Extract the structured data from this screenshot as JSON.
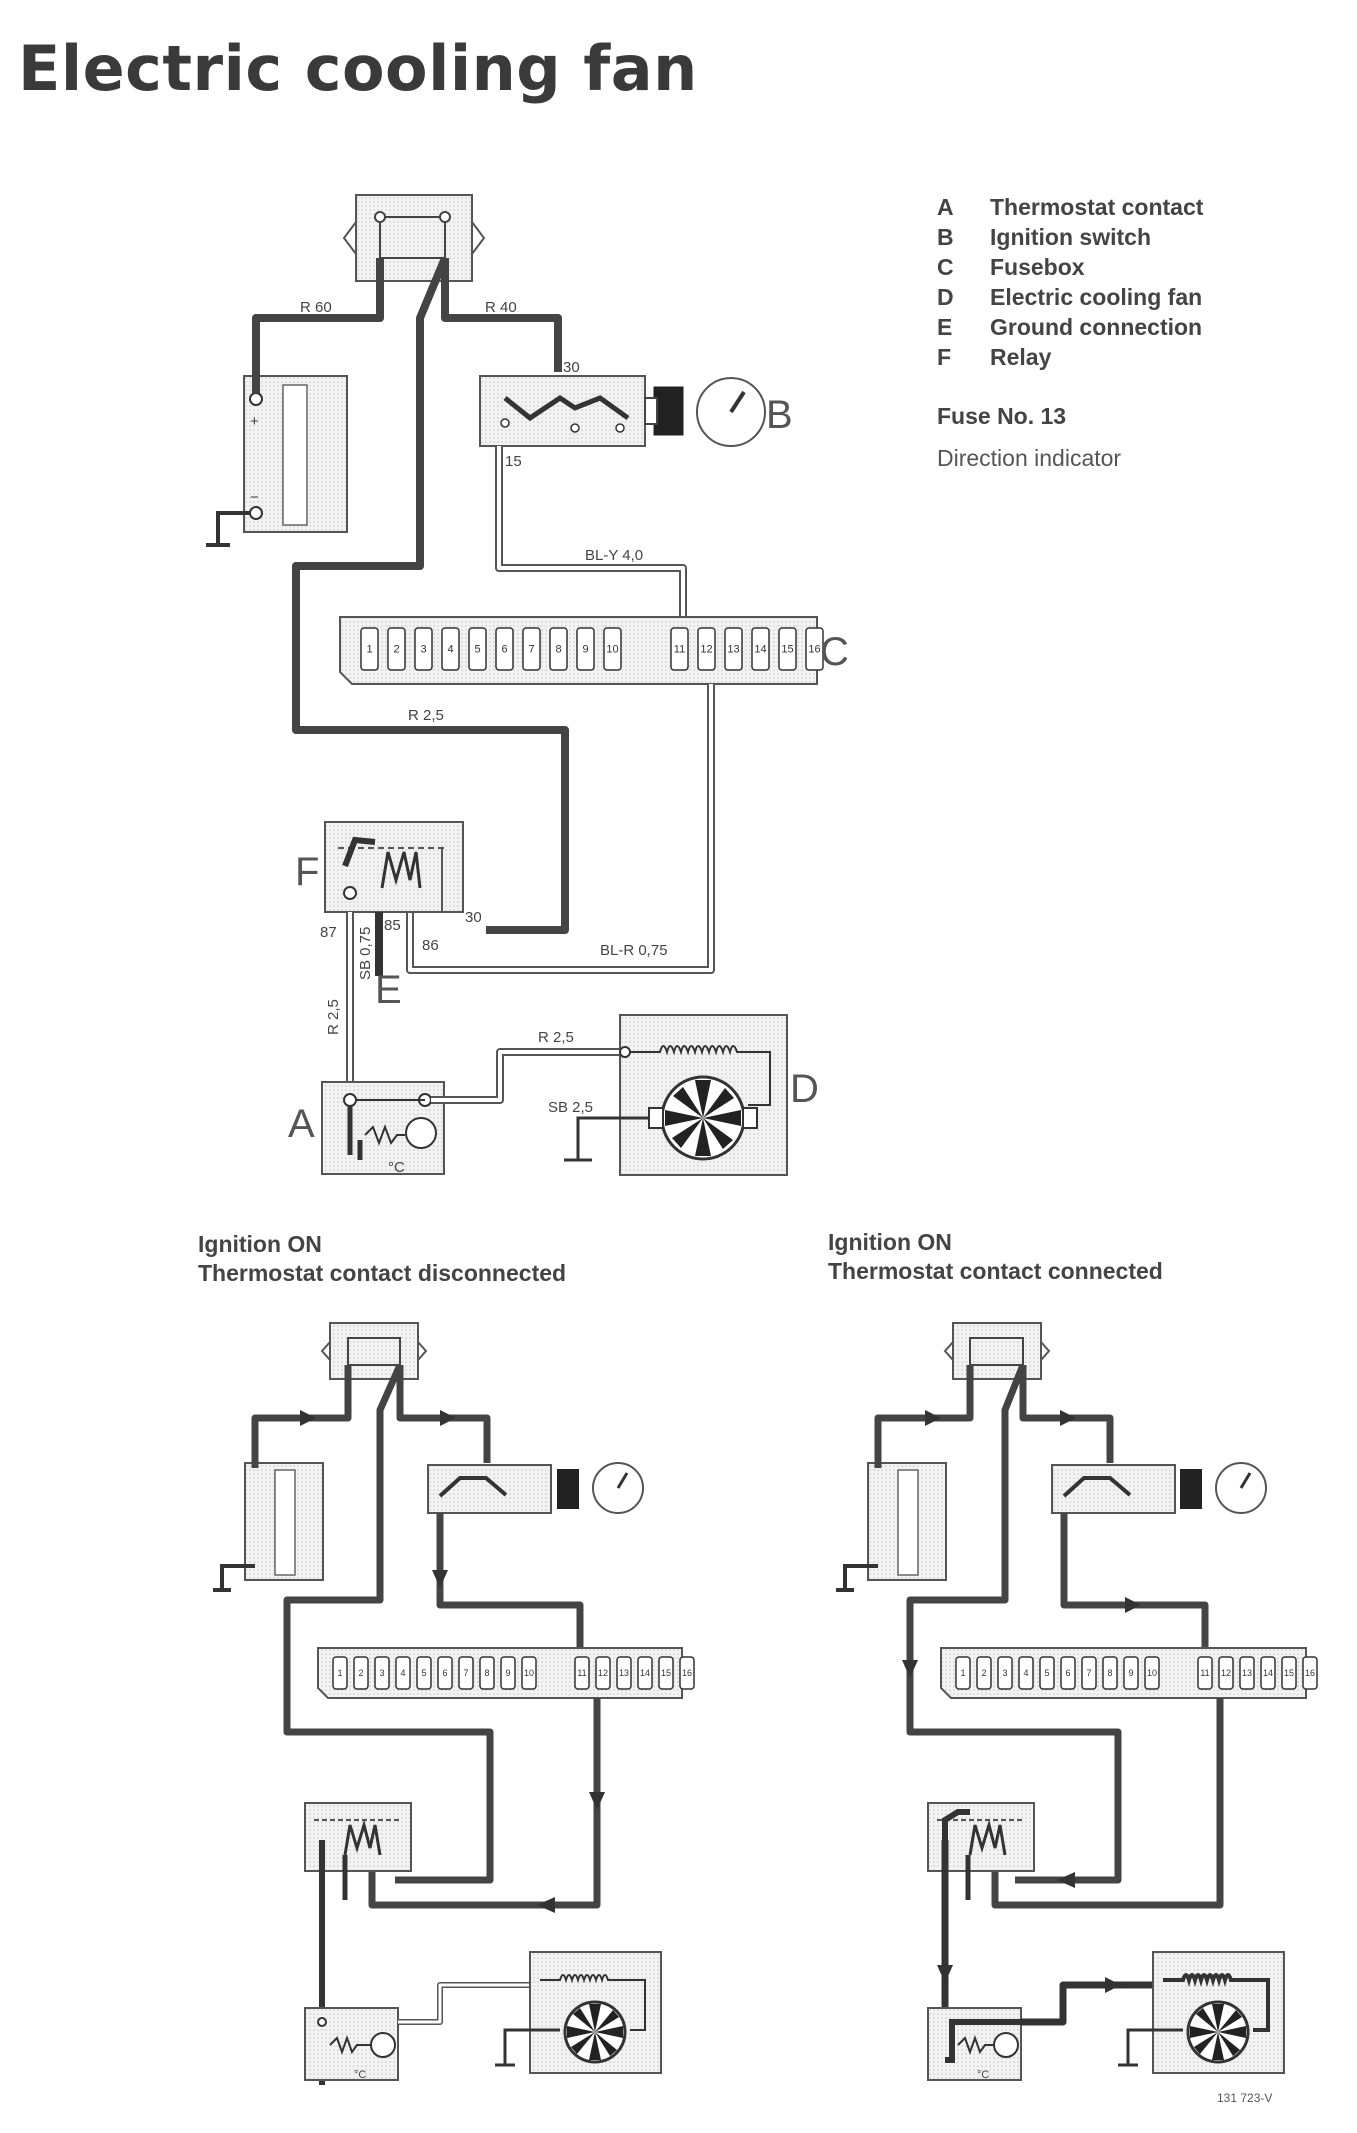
{
  "title": "Electric cooling fan",
  "legend": [
    {
      "key": "A",
      "label": "Thermostat contact"
    },
    {
      "key": "B",
      "label": "Ignition switch"
    },
    {
      "key": "C",
      "label": "Fusebox"
    },
    {
      "key": "D",
      "label": "Electric cooling fan"
    },
    {
      "key": "E",
      "label": "Ground connection"
    },
    {
      "key": "F",
      "label": "Relay"
    }
  ],
  "fuse": {
    "label": "Fuse No. 13",
    "description": "Direction indicator"
  },
  "components": {
    "A": "A",
    "B": "B",
    "C": "C",
    "D": "D",
    "E": "E",
    "F": "F"
  },
  "wires": {
    "r60": "R 60",
    "r40": "R 40",
    "bly40": "BL-Y 4,0",
    "r25_main": "R 2,5",
    "blr075": "BL-R 0,75",
    "sb075": "SB 0,75",
    "r25_relay": "R 2,5",
    "r25_fan": "R 2,5",
    "sb25": "SB 2,5"
  },
  "terminals": {
    "t30_switch": "30",
    "t15": "15",
    "t30_relay": "30",
    "t87": "87",
    "t85": "85",
    "t86": "86"
  },
  "fuses": [
    "1",
    "2",
    "3",
    "4",
    "5",
    "6",
    "7",
    "8",
    "9",
    "10",
    "11",
    "12",
    "13",
    "14",
    "15",
    "16"
  ],
  "battery": {
    "plus": "+",
    "minus": "−"
  },
  "thermo_symbol": "°C",
  "captions": {
    "left": {
      "line1": "Ignition ON",
      "line2": "Thermostat contact disconnected"
    },
    "right": {
      "line1": "Ignition ON",
      "line2": "Thermostat contact connected"
    }
  },
  "drawing_number": "131 723-V"
}
